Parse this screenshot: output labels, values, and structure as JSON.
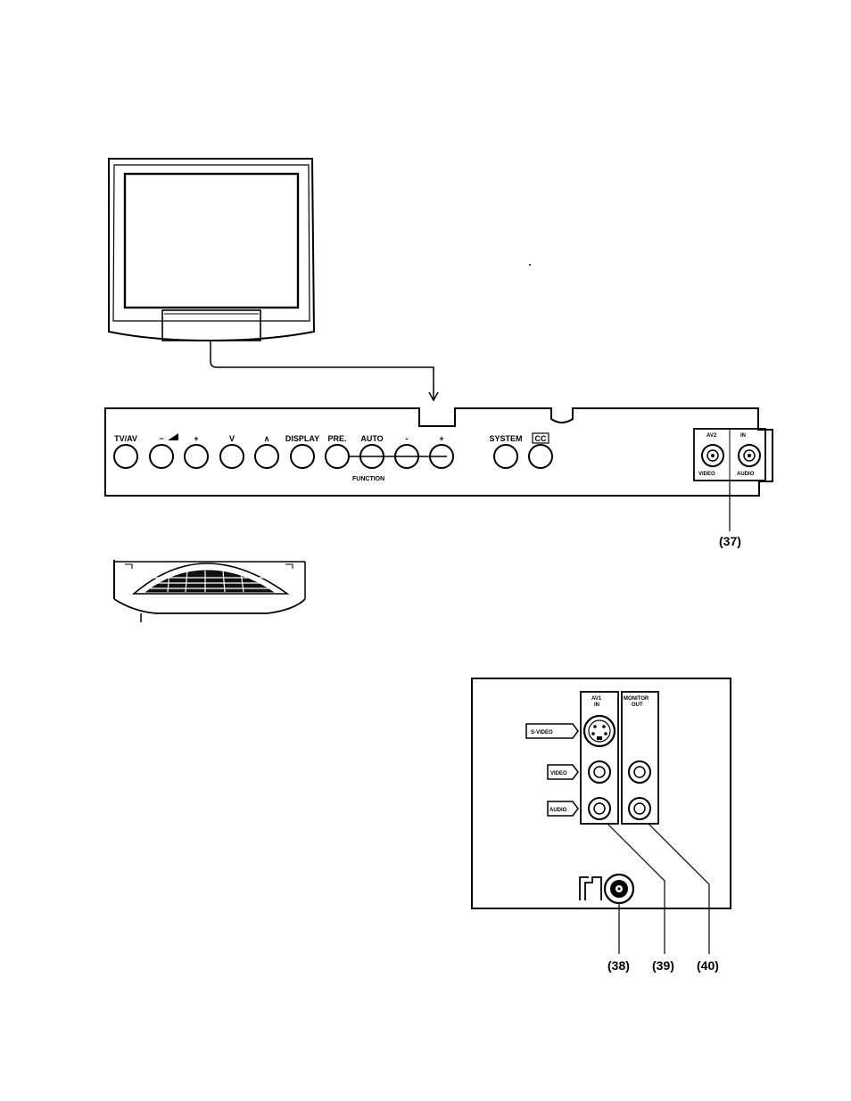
{
  "front_panel": {
    "buttons": [
      {
        "label": "TV/AV"
      },
      {
        "label": "−"
      },
      {
        "label": "+"
      },
      {
        "label": "V"
      },
      {
        "label": "∧"
      },
      {
        "label": "DISPLAY"
      },
      {
        "label": "PRE."
      },
      {
        "label": "AUTO"
      },
      {
        "label": "-"
      },
      {
        "label": "+"
      },
      {
        "label": "SYSTEM"
      },
      {
        "label": "CC"
      }
    ],
    "function_label": "FUNCTION",
    "av2_label": "AV2",
    "in_label": "IN",
    "video_label": "VIDEO",
    "audio_label": "AUDIO",
    "callout": "(37)"
  },
  "rear_panel": {
    "av1_label": "AV1",
    "av1_in_label": "IN",
    "monitor_label": "MONITOR",
    "monitor_out_label": "OUT",
    "svideo_tag": "S-VIDEO",
    "video_tag": "VIDEO",
    "audio_tag": "AUDIO",
    "callouts": [
      "(38)",
      "(39)",
      "(40)"
    ]
  },
  "colors": {
    "ink": "#000000",
    "paper": "#ffffff"
  }
}
